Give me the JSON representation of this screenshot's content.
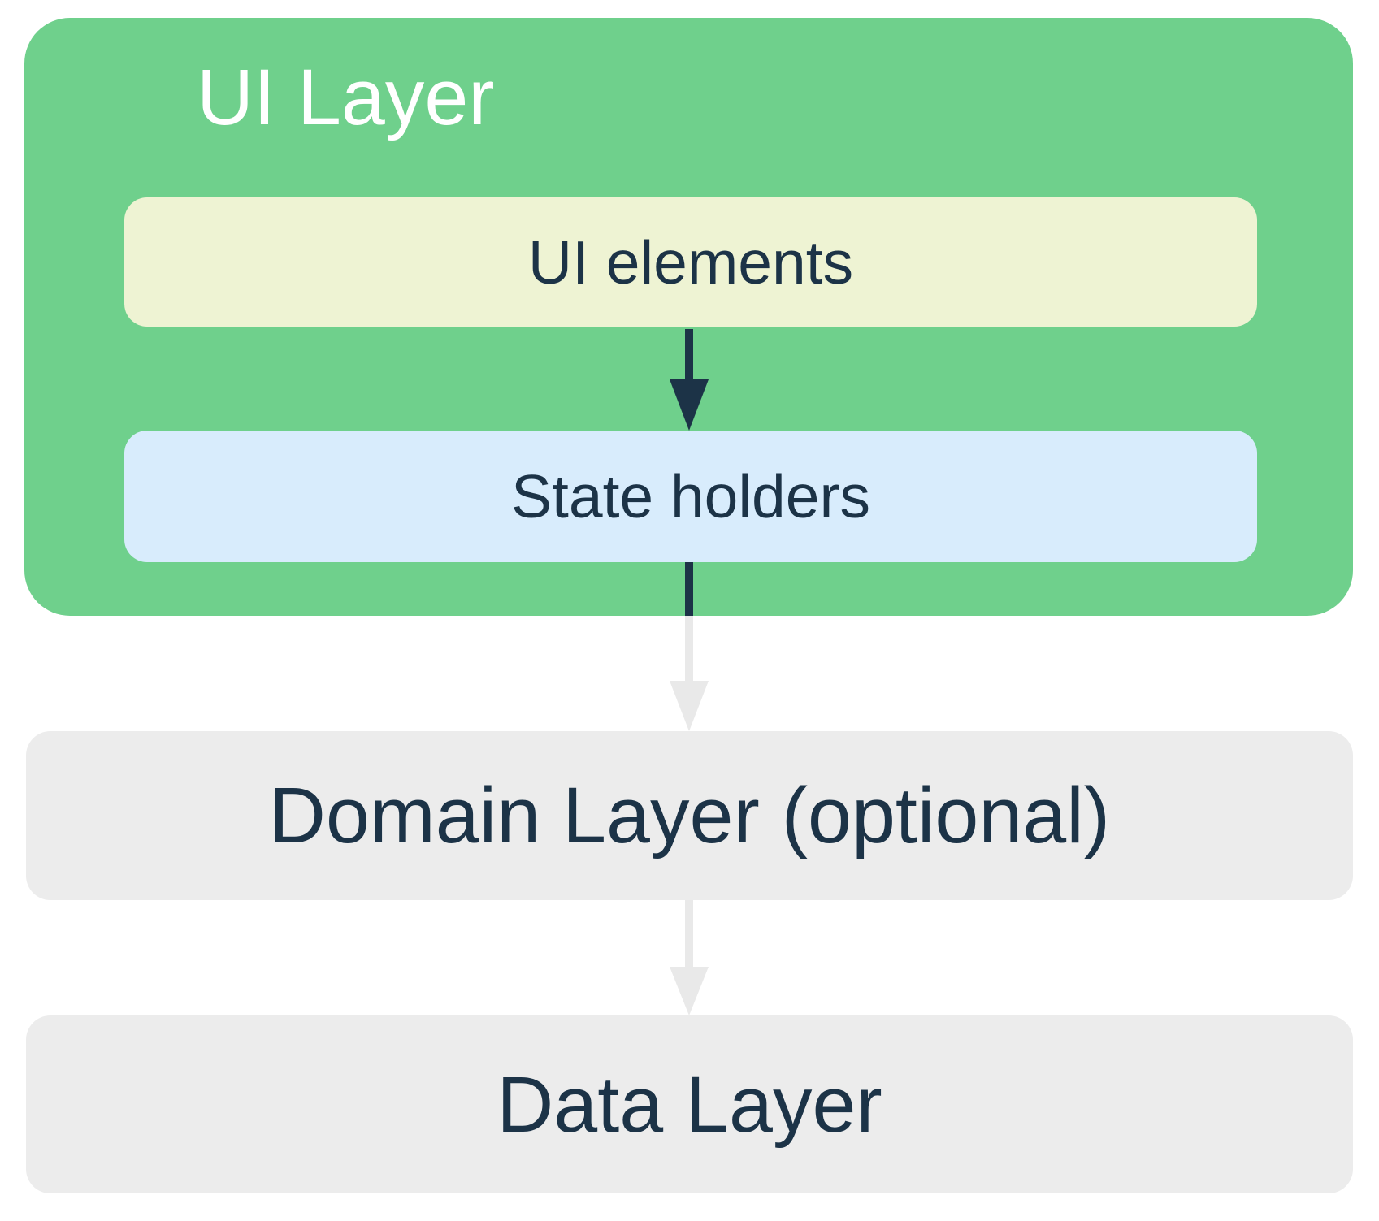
{
  "colors": {
    "green": "#6fd08c",
    "cream": "#eef3d3",
    "light-blue": "#d8ecfc",
    "gray-box": "#ececec",
    "arrow-gray": "#e9e9e9",
    "navy": "#1c3347",
    "white": "#ffffff"
  },
  "diagram": {
    "ui_layer": {
      "title": "UI Layer",
      "ui_elements_label": "UI elements",
      "state_holders_label": "State holders"
    },
    "domain_layer_label": "Domain Layer (optional)",
    "data_layer_label": "Data Layer"
  }
}
